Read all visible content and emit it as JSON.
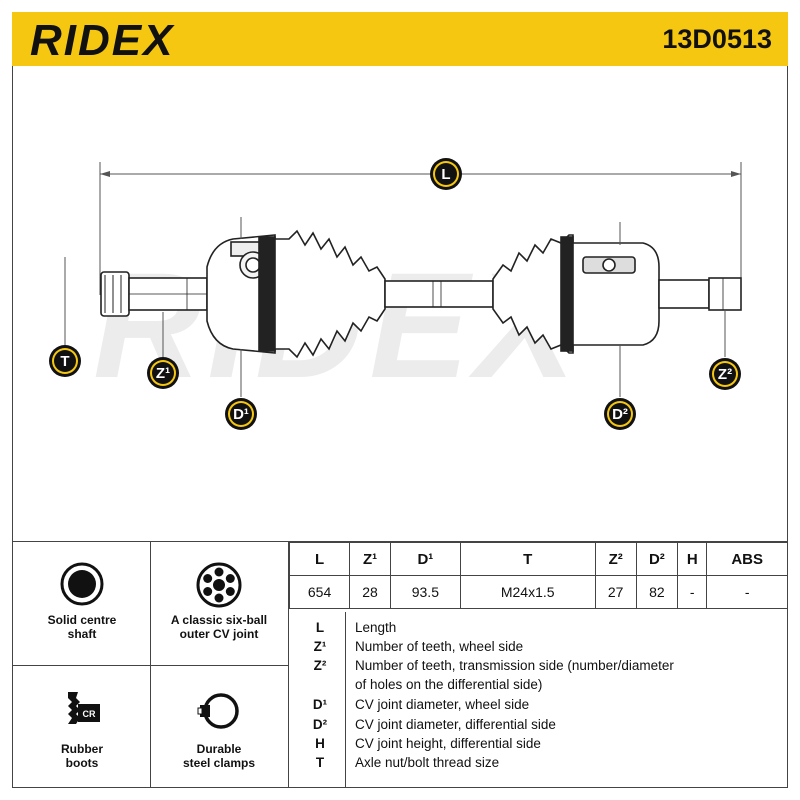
{
  "header": {
    "brand": "RIDEX",
    "part_number": "13D0513",
    "color": "#f6c710"
  },
  "watermark": "RIDEX",
  "dimension_labels": {
    "L": "L",
    "T": "T",
    "Z1": "Z¹",
    "D1": "D¹",
    "D2": "D²",
    "Z2": "Z²"
  },
  "features": [
    {
      "icon": "solid-shaft-icon",
      "line1": "Solid centre",
      "line2": "shaft"
    },
    {
      "icon": "six-ball-joint-icon",
      "line1": "A classic six-ball",
      "line2": "outer CV joint"
    },
    {
      "icon": "rubber-boot-icon",
      "line1": "Rubber",
      "line2": "boots",
      "icon_text": "CR"
    },
    {
      "icon": "steel-clamp-icon",
      "line1": "Durable",
      "line2": "steel clamps"
    }
  ],
  "spec_table": {
    "headers": [
      "L",
      "Z¹",
      "D¹",
      "T",
      "Z²",
      "D²",
      "H",
      "ABS"
    ],
    "values": [
      "654",
      "28",
      "93.5",
      "M24x1.5",
      "27",
      "82",
      "-",
      "-"
    ]
  },
  "legend": [
    {
      "key": "L",
      "text": "Length"
    },
    {
      "key": "Z¹",
      "text": "Number of teeth, wheel side"
    },
    {
      "key": "Z²",
      "text": "Number of teeth, transmission side (number/diameter"
    },
    {
      "key": "",
      "text": "of holes on the differential side)"
    },
    {
      "key": "D¹",
      "text": "CV joint diameter, wheel side"
    },
    {
      "key": "D²",
      "text": "CV joint diameter, differential side"
    },
    {
      "key": "H",
      "text": "CV joint height, differential side"
    },
    {
      "key": "T",
      "text": "Axle nut/bolt thread size"
    }
  ]
}
